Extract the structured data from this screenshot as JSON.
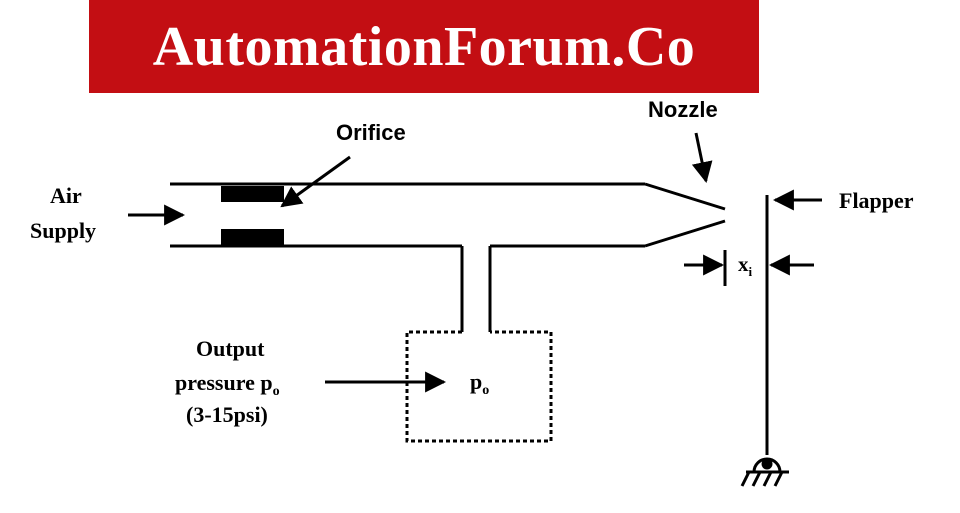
{
  "logo": {
    "text": "AutomationForum.Co",
    "background": "#c30e13",
    "color": "#ffffff"
  },
  "labels": {
    "nozzle": "Nozzle",
    "orifice": "Orifice",
    "air_supply_line1": "Air",
    "air_supply_line2": "Supply",
    "flapper": "Flapper",
    "xi_main": "x",
    "xi_sub": "i",
    "output_line1": "Output",
    "output_line2_main": "pressure p",
    "output_line2_sub": "o",
    "output_line3": "(3-15psi)",
    "po_main": "p",
    "po_sub": "o"
  }
}
